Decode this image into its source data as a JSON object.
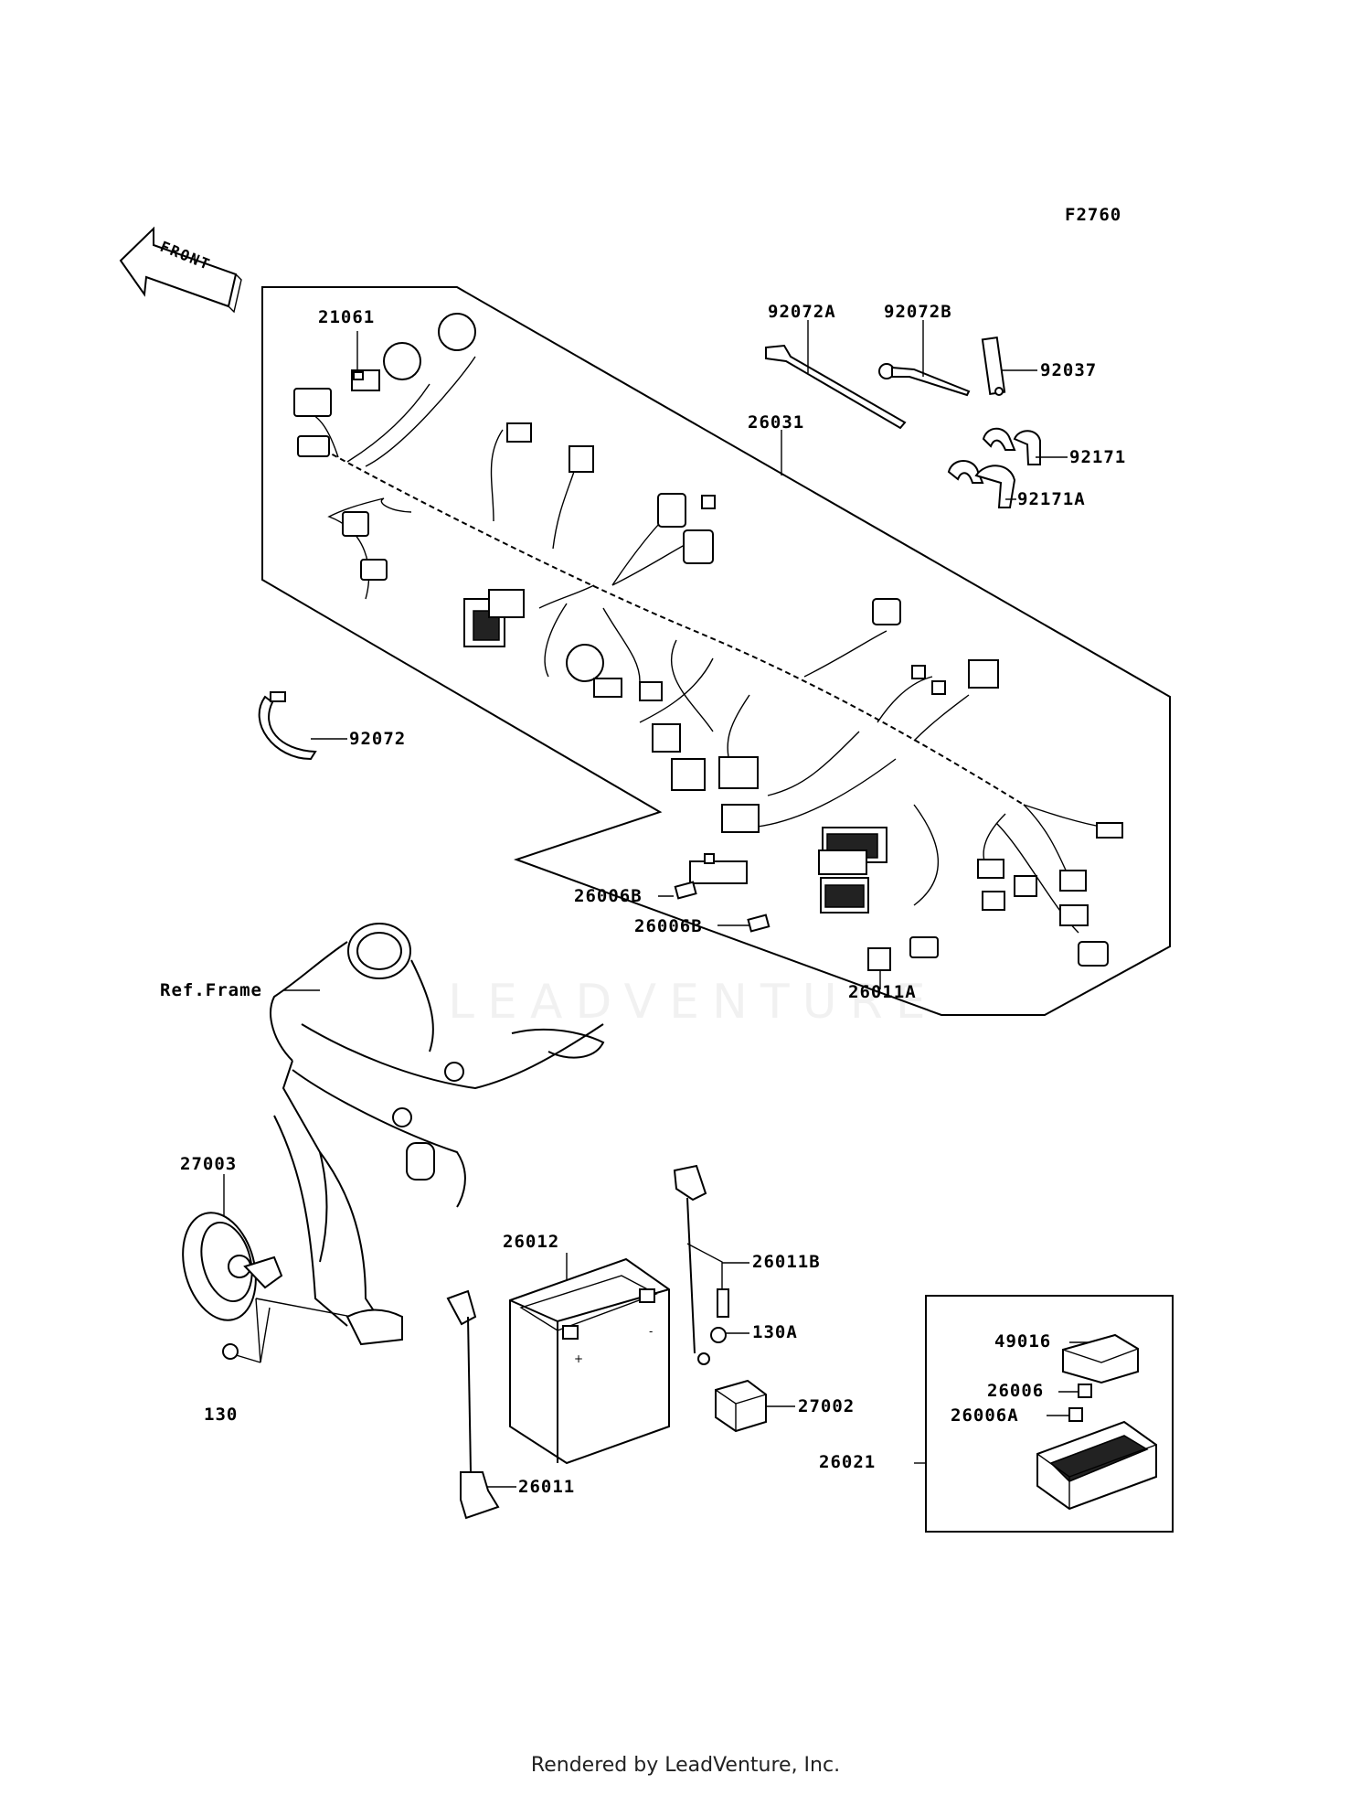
{
  "figure_code": "F2760",
  "front_label": "FRONT",
  "frame_label": "Ref.Frame",
  "watermark": "LEADVENTURE",
  "footer": "Rendered by LeadVenture, Inc.",
  "parts": {
    "p21061": "21061",
    "p92072A": "92072A",
    "p92072B": "92072B",
    "p92037": "92037",
    "p26031": "26031",
    "p92171": "92171",
    "p92171A": "92171A",
    "p92072": "92072",
    "p26006B_1": "26006B",
    "p26006B_2": "26006B",
    "p26011A": "26011A",
    "p27003": "27003",
    "p26012": "26012",
    "p26011B": "26011B",
    "p130A": "130A",
    "p27002": "27002",
    "p130": "130",
    "p26011": "26011",
    "p49016": "49016",
    "p26006": "26006",
    "p26006A": "26006A",
    "p26021": "26021"
  }
}
